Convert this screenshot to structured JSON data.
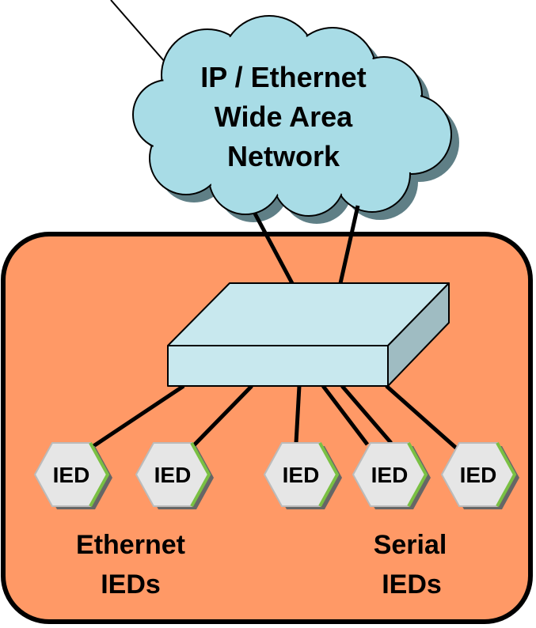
{
  "cloud": {
    "line1": "IP / Ethernet",
    "line2": "Wide Area",
    "line3": "Network"
  },
  "ieds": [
    {
      "label": "IED"
    },
    {
      "label": "IED"
    },
    {
      "label": "IED"
    },
    {
      "label": "IED"
    },
    {
      "label": "IED"
    }
  ],
  "groups": {
    "ethernet_line1": "Ethernet",
    "ethernet_line2": "IEDs",
    "serial_line1": "Serial",
    "serial_line2": "IEDs"
  },
  "colors": {
    "cloud_fill": "#a8dce6",
    "substation_fill": "#ff9966",
    "switch_top": "#c8e8ee",
    "switch_front": "#c8e8ee",
    "switch_side": "#9fbcc2",
    "ied_fill": "#e6e6e6",
    "ied_accent": "#7ac043"
  }
}
